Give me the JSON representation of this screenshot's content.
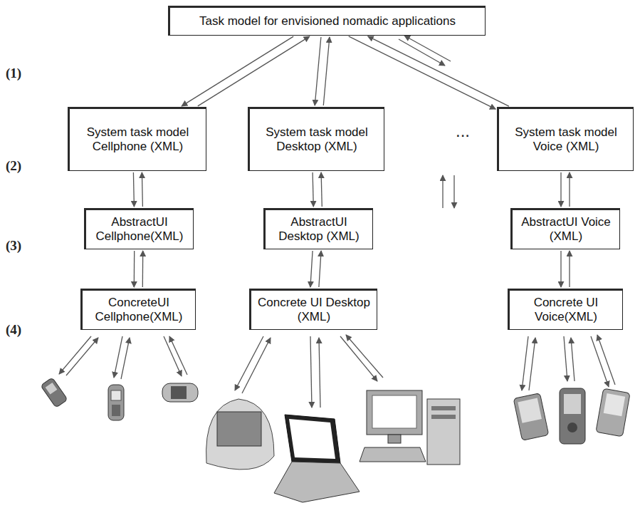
{
  "diagram": {
    "nodes": [
      {
        "text": [
          "Task model for envisioned nomadic applications"
        ]
      },
      {
        "text": [
          "System task model Cellphone (XML)"
        ]
      },
      {
        "text": [
          "System task model Desktop (XML)"
        ]
      },
      {
        "text": [
          "System task model Voice (XML)"
        ]
      },
      {
        "text": [
          "AbstractUI Cellphone(XML)"
        ]
      },
      {
        "text": [
          "AbstractUI Desktop (XML)"
        ]
      },
      {
        "text": [
          "AbstractUI Voice (XML)"
        ]
      },
      {
        "text": [
          "ConcreteUI Cellphone(XML)"
        ]
      },
      {
        "text": [
          "Concrete UI Desktop (XML)"
        ]
      },
      {
        "text": [
          "Concrete UI Voice(XML)"
        ]
      }
    ],
    "edges": [
      {
        "from": 0,
        "to": 1,
        "arrow": "to"
      },
      {
        "from": 1,
        "to": 0,
        "arrow": "to"
      },
      {
        "from": 0,
        "to": 2,
        "arrow": "to"
      },
      {
        "from": 2,
        "to": 0,
        "arrow": "to"
      },
      {
        "from": 0,
        "to": 3,
        "arrow": "to"
      },
      {
        "from": 3,
        "to": 0,
        "arrow": "to"
      },
      {
        "from": 1,
        "to": 4,
        "arrow": "to"
      },
      {
        "from": 4,
        "to": 1,
        "arrow": "to"
      },
      {
        "from": 2,
        "to": 5,
        "arrow": "to"
      },
      {
        "from": 5,
        "to": 2,
        "arrow": "to"
      },
      {
        "from": 3,
        "to": 6,
        "arrow": "to"
      },
      {
        "from": 6,
        "to": 3,
        "arrow": "to"
      },
      {
        "from": 4,
        "to": 7,
        "arrow": "to"
      },
      {
        "from": 7,
        "to": 4,
        "arrow": "to"
      },
      {
        "from": 5,
        "to": 8,
        "arrow": "to"
      },
      {
        "from": 8,
        "to": 5,
        "arrow": "to"
      },
      {
        "from": 6,
        "to": 9,
        "arrow": "to"
      },
      {
        "from": 9,
        "to": 6,
        "arrow": "to"
      }
    ],
    "labels": [
      "(1)",
      "(2)",
      "(3)",
      "(4)",
      "..."
    ]
  }
}
